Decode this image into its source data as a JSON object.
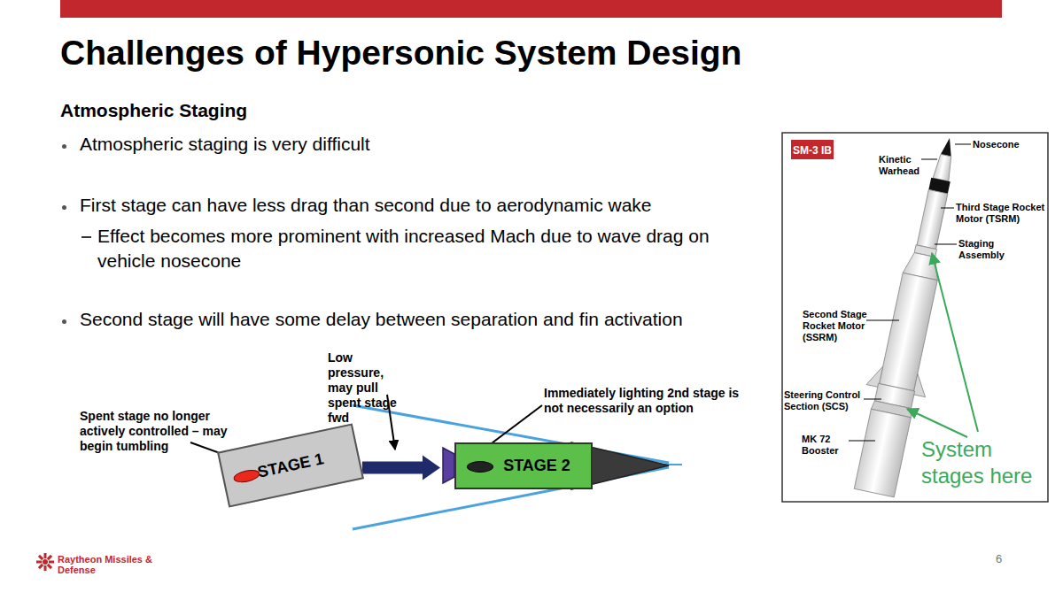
{
  "diagram": {
    "title": "Challenges of Hypersonic System Design",
    "nodes": [
      {
        "text": [
          "STAGE 1"
        ]
      },
      {
        "text": [
          "STAGE 2"
        ]
      }
    ],
    "edges": [
      {
        "from": 0,
        "to": 1,
        "arrow": "to"
      }
    ],
    "labels": [
      "Atmospheric Staging",
      "Atmospheric staging is very difficult",
      "First stage can have less drag than second due to aerodynamic wake",
      "Effect becomes more prominent with increased Mach due to wave drag on vehicle nosecone",
      "Second stage will have some delay between separation and fin activation",
      "Low pressure, may pull spent stage fwd",
      "Spent stage no longer actively controlled – may begin tumbling",
      "Immediately lighting 2nd stage is not necessarily an option",
      "SM-3 IB",
      "Nosecone",
      "Kinetic Warhead",
      "Third Stage Rocket Motor (TSRM)",
      "Staging Assembly",
      "Second Stage Rocket Motor (SSRM)",
      "Steering Control Section (SCS)",
      "MK 72 Booster",
      "System stages here",
      "Raytheon Missiles & Defense",
      "6"
    ]
  }
}
